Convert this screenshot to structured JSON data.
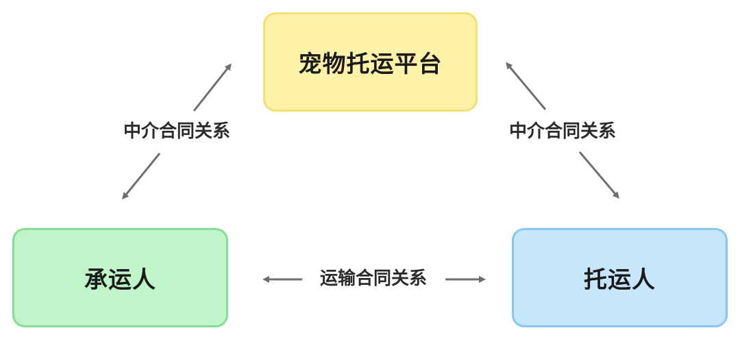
{
  "nodes": {
    "platform": {
      "label": "宠物托运平台",
      "fill": "#fdf2a8",
      "border": "#f2de73"
    },
    "carrier": {
      "label": "承运人",
      "fill": "#bff5c8",
      "border": "#84dc98"
    },
    "shipper": {
      "label": "托运人",
      "fill": "#c6e6fb",
      "border": "#86c6f0"
    }
  },
  "edges": {
    "left": {
      "label": "中介合同关系"
    },
    "right": {
      "label": "中介合同关系"
    },
    "bottom": {
      "label": "运输合同关系"
    }
  },
  "colors": {
    "arrow": "#6e6e6e"
  }
}
